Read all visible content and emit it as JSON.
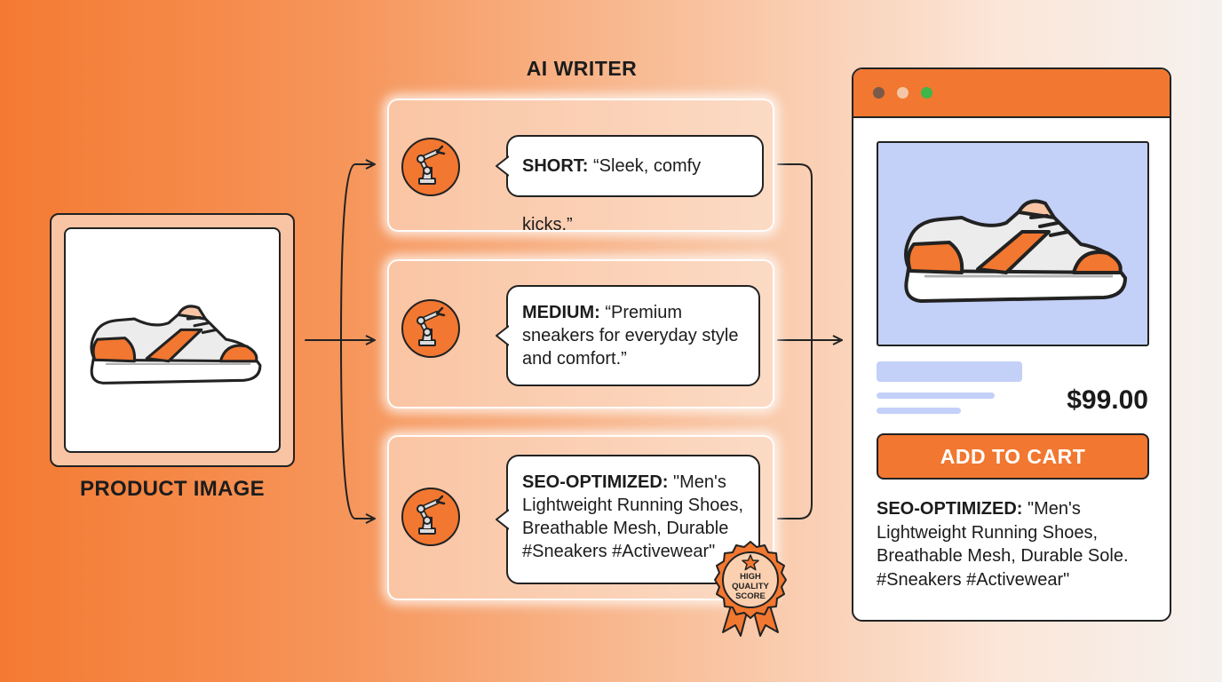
{
  "diagram": {
    "product_caption": "PRODUCT IMAGE",
    "writer_title": "AI WRITER",
    "outputs": [
      {
        "label": "SHORT:",
        "text": "“Sleek, comfy kicks.”"
      },
      {
        "label": "MEDIUM:",
        "text": "“Premium sneakers for everyday style and comfort.”"
      },
      {
        "label": "SEO-OPTIMIZED:",
        "text": "\"Men's Lightweight Running Shoes, Breathable Mesh, Durable #Sneakers #Activewear\""
      }
    ],
    "badge": {
      "line1": "HIGH",
      "line2": "QUALITY",
      "line3": "SCORE",
      "icon": "star-icon"
    },
    "robot_icon": "robot-arm-icon"
  },
  "browser": {
    "window_dots": [
      "#7a5a49",
      "#f4c6a7",
      "#3fb54a"
    ],
    "price": "$99.00",
    "add_to_cart_label": "ADD TO CART",
    "description_label": "SEO-OPTIMIZED:",
    "description_text": "\"Men's Lightweight Running Shoes, Breathable Mesh, Durable Sole. #Sneakers #Activewear\""
  },
  "colors": {
    "accent": "#f27730",
    "image_bg": "#c3d0f8",
    "panel_bg": "#f8c4a4"
  }
}
